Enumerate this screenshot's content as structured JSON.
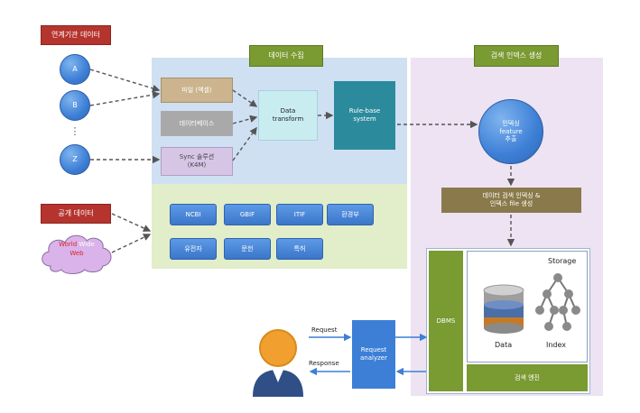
{
  "sources": {
    "linked_label": "연계기관 데이터",
    "public_label": "공개 데이터",
    "circles": [
      "A",
      "B",
      "Z"
    ],
    "ellipsis": "⋮",
    "www": [
      "World",
      "Wide",
      "Web"
    ]
  },
  "collection": {
    "title": "데이터 수집",
    "file_box": "파일 (엑셀)",
    "db_box": "데이터베이스",
    "sync_box": "Sync 솔루션\n(K4M)",
    "transform": "Data\ntransform",
    "rule_system": "Rule-base\nsystem",
    "public_items": [
      "NCBI",
      "GBIF",
      "ITIF",
      "환경부",
      "유전자",
      "문헌",
      "특허"
    ]
  },
  "index": {
    "title": "검색 인덱스 생성",
    "feature": "인덱싱\nfeature\n추출",
    "build": "데이터 검색 인덱싱 &\n인덱스 file 생성",
    "dbms": "DBMS",
    "storage": "Storage",
    "data_label": "Data",
    "index_label": "Index",
    "engine": "검색 엔진"
  },
  "client": {
    "request": "Request",
    "response": "Response",
    "analyzer": "Request\nanalyzer"
  },
  "colors": {
    "red": "#b5342e",
    "green": "#7a9a32",
    "collect_bg": "#cfe0f3",
    "public_bg": "#e2edc9",
    "index_bg": "#ede3f2",
    "teal": "#2b8a9c",
    "blue": "#3d7fd6"
  }
}
